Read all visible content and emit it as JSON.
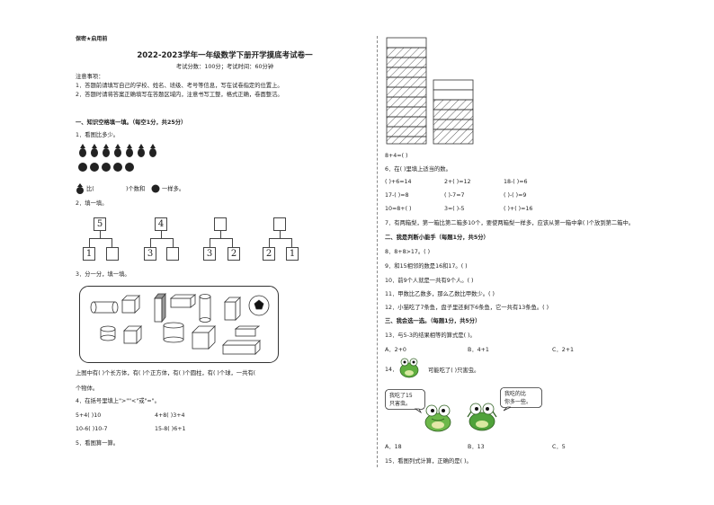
{
  "header": {
    "secret": "保密★启用前",
    "title": "2022-2023学年一年级数学下册开学摸底考试卷一",
    "meta": "考试分数：100分；考试时间：60分钟"
  },
  "notes": {
    "heading": "注意事项：",
    "line1": "1．答题前请填写自己的学校、姓名、班级、考号等信息，写在试卷指定的位置上。",
    "line2": "2．答题时请将答案正确填写在答题区域内，注意书写工整，格式正确，卷面整洁。"
  },
  "section1": {
    "title": "一、知识空格填一填。（每空1分，共25分）",
    "q1": {
      "label": "1．看图比多少。",
      "answer_line": "比( )个数和一样多。",
      "prefix": "比",
      "mid": ")个数和",
      "suffix": "一样多。",
      "open": "比("
    },
    "q2": {
      "label": "2．填一填。",
      "tops": [
        "5",
        "4",
        "",
        ""
      ],
      "left": [
        "1",
        "3",
        "3",
        "2"
      ],
      "right": [
        "",
        "",
        "2",
        "1"
      ]
    },
    "q3": {
      "label": "3．分一分，填一填。",
      "line_a": "上图中有(        )个长方体，有(        )个正方体，有(        )个圆柱，有(        )个球，一共有(",
      "line_b": "个物体。"
    },
    "q4": {
      "label": "4．在括号里填上\">\"\"<\"或\"=\"。",
      "row1": [
        "5+4(        )10",
        "4+8(        )3+4"
      ],
      "row2": [
        "10-6(        )10-7",
        "15-8(        )6+1"
      ]
    },
    "q5": {
      "label": "5．看图算一算。"
    }
  },
  "right": {
    "q5_eq": "8+4=(        )",
    "q6": {
      "label": "6．在(   )里填上适当的数。",
      "row1": [
        "(        )+6=14",
        "2+(        )=12",
        "18-(        )=6"
      ],
      "row2": [
        "17-(        )=8",
        "(        )-7=7",
        "(        )-(        )=9"
      ],
      "row3": [
        "10=8+(        )",
        "3=(        )-5",
        "(        )+(        )=16"
      ]
    },
    "q7": "7．有两箱梨，第一箱比第二箱多10个，要使两箱梨一样多，应该从第一箱中拿(        )个放到第二箱中。",
    "section2": {
      "title": "二、我是判断小能手（每题1分，共5分）",
      "items": [
        "8．8+8>17。(        )",
        "9．和15相邻的数是16和17。(        )",
        "10．前9个人就是一共有9个人。(        )",
        "11．甲数比乙数多，那么乙数比甲数少。(        )",
        "12．小猫吃了7条鱼，盘子里还剩下6条鱼，它一共有13条鱼。(        )"
      ]
    },
    "section3": {
      "title": "三、我会选一选。（每题1分，共5分）",
      "q13": "13．与5-3的结果相等的算式是(        )。",
      "q13_opts": [
        "A．2+0",
        "B．4+1",
        "C．2+1"
      ],
      "q14_label": "14．",
      "q14_bubble": "可能吃了(        )只害虫。",
      "bubble_left_1": "我吃了15",
      "bubble_left_2": "只害虫。",
      "bubble_right_1": "我吃的比",
      "bubble_right_2": "你多一些。",
      "q14_opts": [
        "A．18",
        "B．13",
        "C．5"
      ],
      "q15": "15．看图列式计算，正确的是(        )。"
    }
  },
  "colors": {
    "ink": "#222222",
    "line": "#444444"
  }
}
